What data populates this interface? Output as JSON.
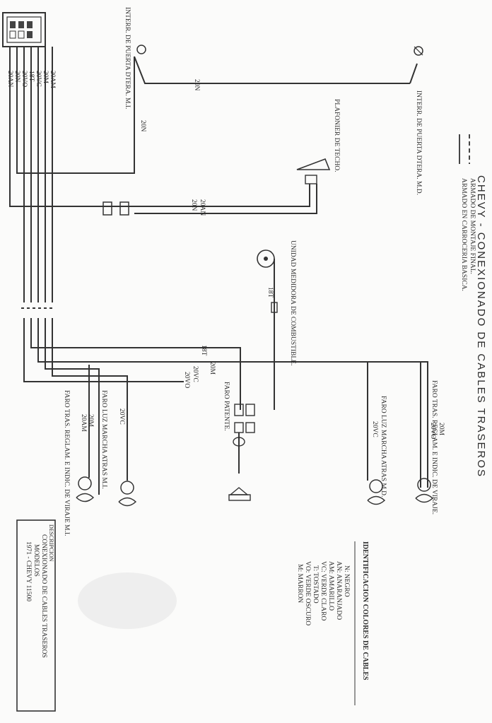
{
  "title": "CHEVY - CONEXIONADO DE CABLES TRASEROS",
  "legend": {
    "solid": "ARMADO DE MONTAJE FINAL.",
    "dashed": "ARMADO EN CARROCERIA BASICA."
  },
  "connector_codes": [
    "20AM",
    "20M",
    "20VC",
    "18T",
    "20VO",
    "20N",
    "20AN"
  ],
  "components": {
    "interr_puerta_mi": "INTERR. DE PUERTA DTERA. M.I.",
    "interr_puerta_md": "INTERR. DE PUERTA DTERA. M.D.",
    "plafonier": "PLAFONIER DE TECHO.",
    "unidad_medidora": "UNIDAD MEDIDORA DE COMBUSTIBLE.",
    "faro_tras_md": "FARO TRAS. REGLAM. E INDIC. DE VIRAJE.",
    "faro_marcha_md": "FARO LUZ MARCHA ATRAS M.D.",
    "faro_patente": "FARO PATENTE.",
    "faro_marcha_mi": "FARO LUZ MARCHA ATRAS M.I.",
    "faro_tras_mi": "FARO TRAS. REGLAM. E INDIC. DE VIRAJE M.I."
  },
  "wire_labels": {
    "w_20n_top": "20N",
    "w_20n_left": "20N",
    "w_20an": "20AN",
    "w_20n_mid": "20N",
    "w_18t_fuel": "18T",
    "w_18t": "18T",
    "w_20m": "20M",
    "w_20vc": "20VC",
    "w_20vo": "20VO",
    "w_md_20m": "20M",
    "w_md_20vo": "20VO",
    "w_md_20vc": "20VC",
    "w_mi_20vc": "20VC",
    "w_mi_20m": "20M",
    "w_mi_20am": "20AM"
  },
  "color_id": {
    "title": "IDENTIFICACION COLORES DE CABLES",
    "items": [
      "N: NEGRO",
      "AN: ANARANJADO",
      "AM: AMARILLO",
      "VC: VERDE CLARO",
      "T: TOSTADO",
      "VO: VERDE OSCURO",
      "M: MARRON"
    ]
  },
  "description": {
    "heading": "DESCRIPCION",
    "line1": "CONEXIONADO DE CABLES TRASEROS",
    "line2": "MODELOS",
    "line3": "1971 - CHEVY 11500"
  }
}
